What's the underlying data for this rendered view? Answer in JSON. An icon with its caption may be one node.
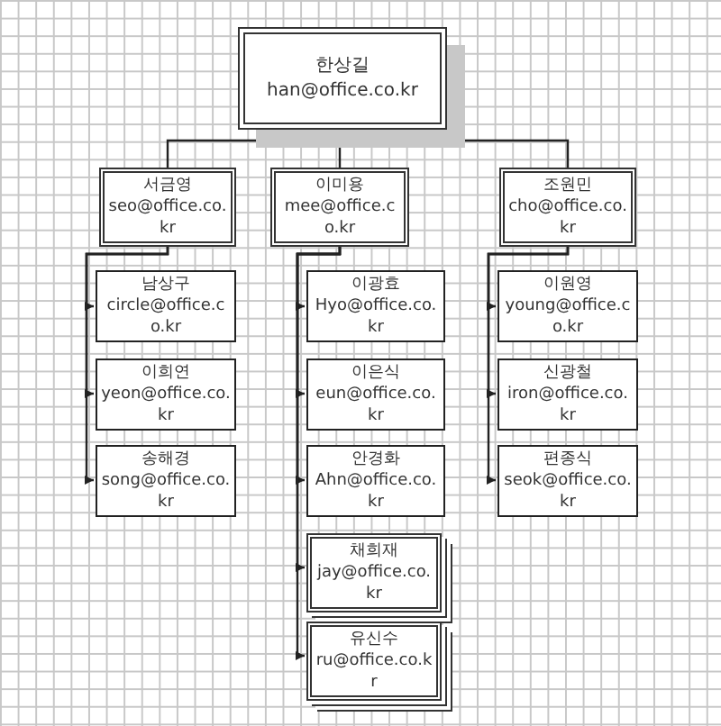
{
  "diagram": {
    "nodes": [
      {
        "text": [
          "한상길",
          "han@office.co.kr"
        ]
      },
      {
        "text": [
          "서금영",
          "seo@office.co.kr"
        ]
      },
      {
        "text": [
          "이미용",
          "mee@office.co.kr"
        ]
      },
      {
        "text": [
          "조원민",
          "cho@office.co.kr"
        ]
      },
      {
        "text": [
          "남상구",
          "circle@office.co.kr"
        ]
      },
      {
        "text": [
          "이희연",
          "yeon@office.co.kr"
        ]
      },
      {
        "text": [
          "송해경",
          "song@office.co.kr"
        ]
      },
      {
        "text": [
          "이광효",
          "Hyo@office.co.kr"
        ]
      },
      {
        "text": [
          "이은식",
          "eun@office.co.kr"
        ]
      },
      {
        "text": [
          "안경화",
          "Ahn@office.co.kr"
        ]
      },
      {
        "text": [
          "채희재",
          "jay@office.co.kr"
        ]
      },
      {
        "text": [
          "유신수",
          "ru@office.co.kr"
        ]
      },
      {
        "text": [
          "이원영",
          "young@office.co.kr"
        ]
      },
      {
        "text": [
          "신광철",
          "iron@office.co.kr"
        ]
      },
      {
        "text": [
          "편종식",
          "seok@office.co.kr"
        ]
      }
    ],
    "edges": [
      {
        "from": 0,
        "to": 1,
        "arrow": "none"
      },
      {
        "from": 0,
        "to": 2,
        "arrow": "none"
      },
      {
        "from": 0,
        "to": 3,
        "arrow": "none"
      },
      {
        "from": 1,
        "to": 4,
        "arrow": "to"
      },
      {
        "from": 1,
        "to": 5,
        "arrow": "to"
      },
      {
        "from": 1,
        "to": 6,
        "arrow": "to"
      },
      {
        "from": 2,
        "to": 7,
        "arrow": "to"
      },
      {
        "from": 2,
        "to": 8,
        "arrow": "to"
      },
      {
        "from": 2,
        "to": 9,
        "arrow": "to"
      },
      {
        "from": 2,
        "to": 10,
        "arrow": "to"
      },
      {
        "from": 2,
        "to": 11,
        "arrow": "to"
      },
      {
        "from": 3,
        "to": 12,
        "arrow": "to"
      },
      {
        "from": 3,
        "to": 13,
        "arrow": "to"
      },
      {
        "from": 3,
        "to": 14,
        "arrow": "to"
      }
    ]
  }
}
